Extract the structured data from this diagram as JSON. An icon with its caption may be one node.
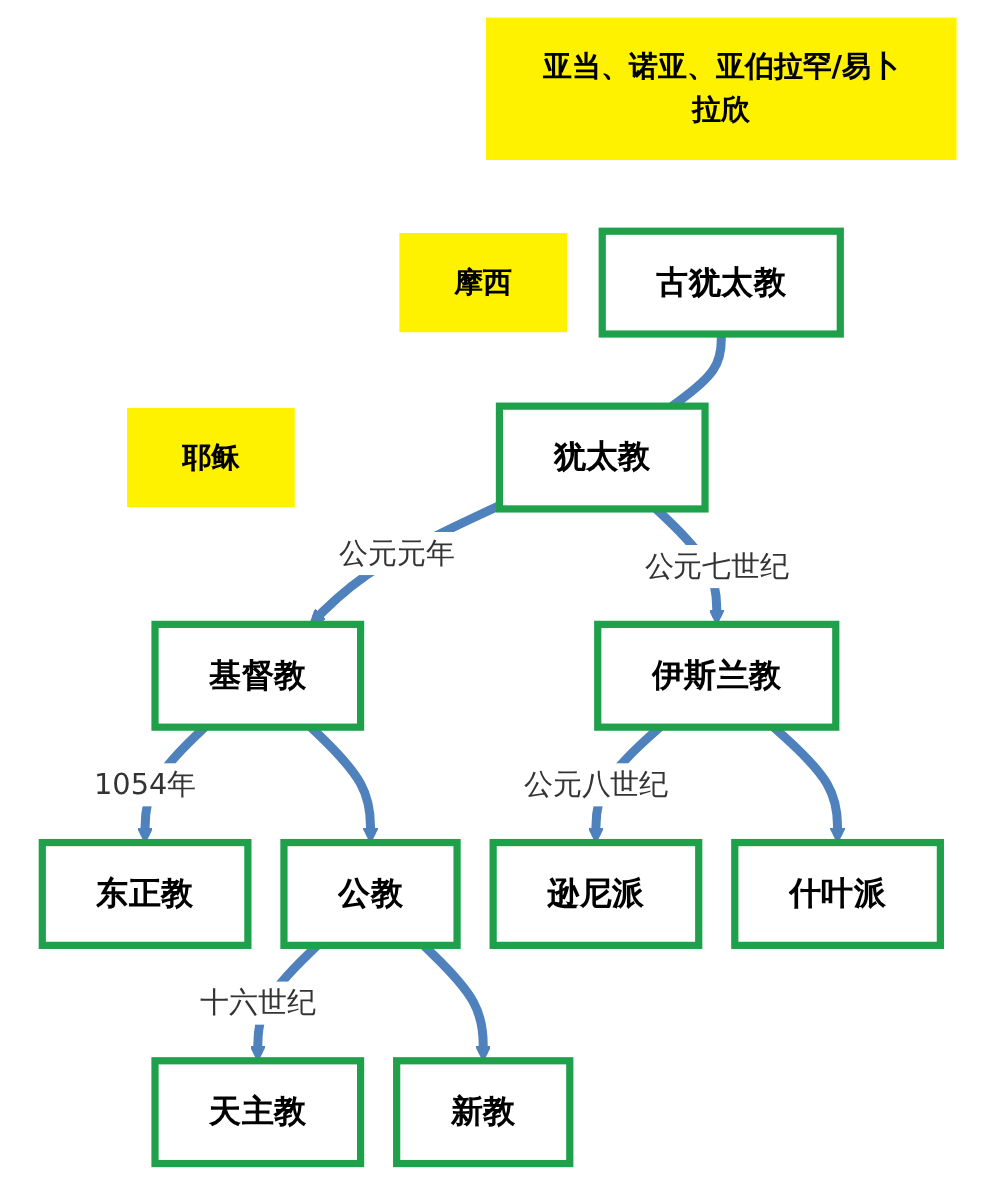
{
  "diagram": {
    "nodes": [
      {
        "text": [
          "亚当、诺亚、亚伯拉罕/易卜拉欣"
        ]
      },
      {
        "text": [
          "古犹太教"
        ]
      },
      {
        "text": [
          "摩西"
        ]
      },
      {
        "text": [
          "犹太教"
        ]
      },
      {
        "text": [
          "耶稣"
        ]
      },
      {
        "text": [
          "基督教"
        ]
      },
      {
        "text": [
          "伊斯兰教"
        ]
      },
      {
        "text": [
          "东正教"
        ]
      },
      {
        "text": [
          "公教"
        ]
      },
      {
        "text": [
          "逊尼派"
        ]
      },
      {
        "text": [
          "什叶派"
        ]
      },
      {
        "text": [
          "天主教"
        ]
      },
      {
        "text": [
          "新教"
        ]
      }
    ],
    "edges": [
      {
        "from": 1,
        "to": 3,
        "arrow": "none"
      },
      {
        "from": 3,
        "to": 5,
        "arrow": "to",
        "label": "公元元年"
      },
      {
        "from": 3,
        "to": 6,
        "arrow": "to",
        "label": "公元七世纪"
      },
      {
        "from": 5,
        "to": 7,
        "arrow": "to",
        "label": "1054年"
      },
      {
        "from": 5,
        "to": 8,
        "arrow": "to"
      },
      {
        "from": 6,
        "to": 9,
        "arrow": "to",
        "label": "公元八世纪"
      },
      {
        "from": 6,
        "to": 10,
        "arrow": "to"
      },
      {
        "from": 8,
        "to": 11,
        "arrow": "to",
        "label": "十六世纪"
      },
      {
        "from": 8,
        "to": 12,
        "arrow": "to"
      }
    ]
  }
}
